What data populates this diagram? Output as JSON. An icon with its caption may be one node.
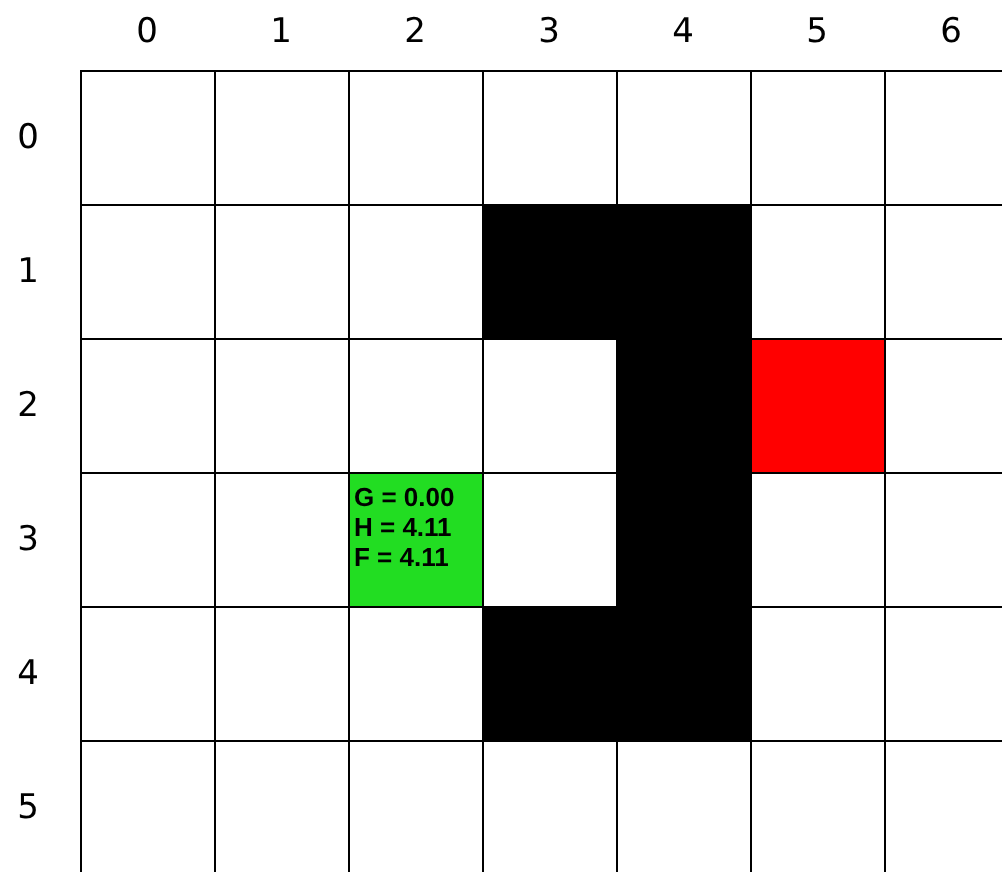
{
  "diagram": {
    "nodes": [
      {
        "text": [
          "G = 0.00",
          "H = 4.11",
          "F = 4.11"
        ]
      },
      {
        "text": [],
        "shape": "box"
      }
    ],
    "labels": [
      "0",
      "1",
      "2",
      "3",
      "4",
      "5",
      "6",
      "0",
      "1",
      "2",
      "3",
      "4",
      "5"
    ]
  }
}
